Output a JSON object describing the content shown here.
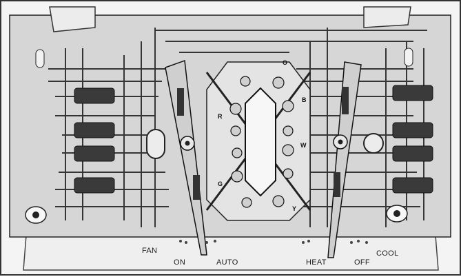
{
  "labels": {
    "fan": "FAN",
    "on": "ON",
    "auto": "AUTO",
    "heat": "HEAT",
    "off": "OFF",
    "cool": "COOL"
  },
  "terminals": {
    "o": "O",
    "b": "B",
    "r": "R",
    "w": "W",
    "g": "G",
    "y": "Y"
  },
  "switches": {
    "fan": {
      "options": [
        "ON",
        "AUTO"
      ],
      "selected": "AUTO"
    },
    "system": {
      "options": [
        "HEAT",
        "OFF",
        "COOL"
      ],
      "selected": "HEAT"
    }
  },
  "colors": {
    "board": "#d9d9d9",
    "trace": "#0d0d0d",
    "frame": "#f0f0f0",
    "lever": "#cfcfcf"
  }
}
